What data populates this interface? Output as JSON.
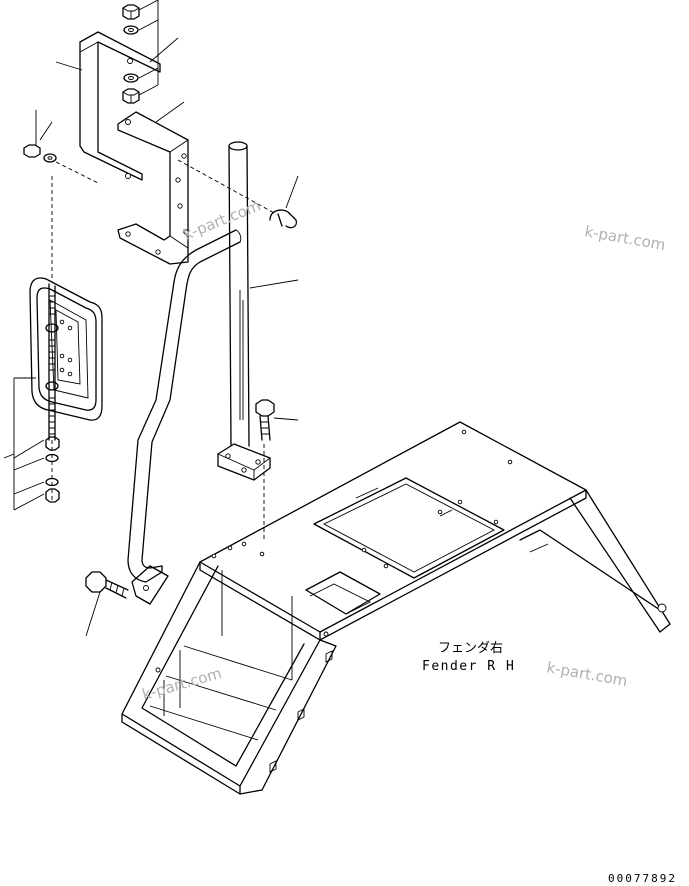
{
  "labels": {
    "part_name_jp": "フェンダ右",
    "part_name_en": "Fender R H"
  },
  "watermarks": [
    "k-part.com",
    "k-part.com",
    "k-part.com",
    "k-part.com"
  ],
  "document_number": "00077892"
}
